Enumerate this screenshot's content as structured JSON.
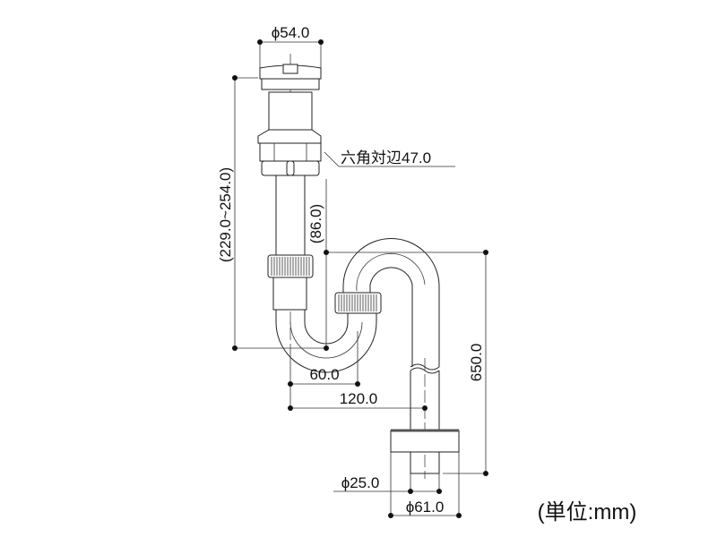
{
  "title": "S-trap drain dimension drawing",
  "dimensions": {
    "top_diameter": "ϕ54.0",
    "hex_across_flats": "六角対辺47.0",
    "overall_height_range": "(229.0~254.0)",
    "trap_height": "(86.0)",
    "offset_60": "60.0",
    "offset_120": "120.0",
    "drop_length": "650.0",
    "pipe_diameter": "ϕ25.0",
    "flange_diameter": "ϕ61.0"
  },
  "unit_note": "(単位:mm)"
}
